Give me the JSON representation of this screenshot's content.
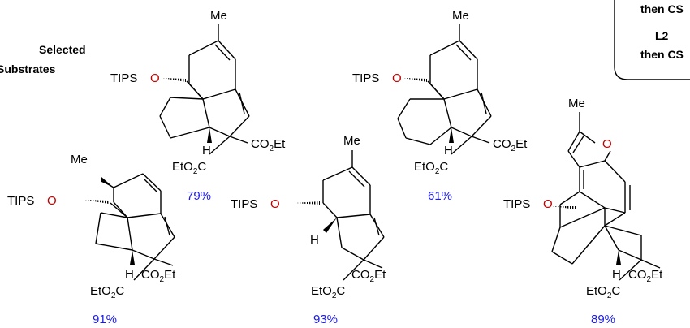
{
  "header": {
    "line1": "Selected",
    "line2": "Substrates"
  },
  "conditions_box": {
    "line1": "then CS",
    "line2": "L2",
    "line3": "then CS"
  },
  "labels": {
    "tips": "TIPS",
    "oxygen": "O",
    "methyl": "Me",
    "hydrogen": "H",
    "ester_right_main": "CO",
    "ester_right_sub": "2",
    "ester_right_tail": "Et",
    "ester_left_head": "EtO",
    "ester_left_sub": "2",
    "ester_left_tail": "C"
  },
  "compounds": [
    {
      "yield": "79%",
      "colors": {
        "yield": "#1a1ae6"
      }
    },
    {
      "yield": "61%"
    },
    {
      "yield": "91%"
    },
    {
      "yield": "93%"
    },
    {
      "yield": "89%"
    }
  ],
  "colors": {
    "oxygen": "#c00000",
    "yield": "#1a1ae6",
    "bond": "#000000"
  }
}
